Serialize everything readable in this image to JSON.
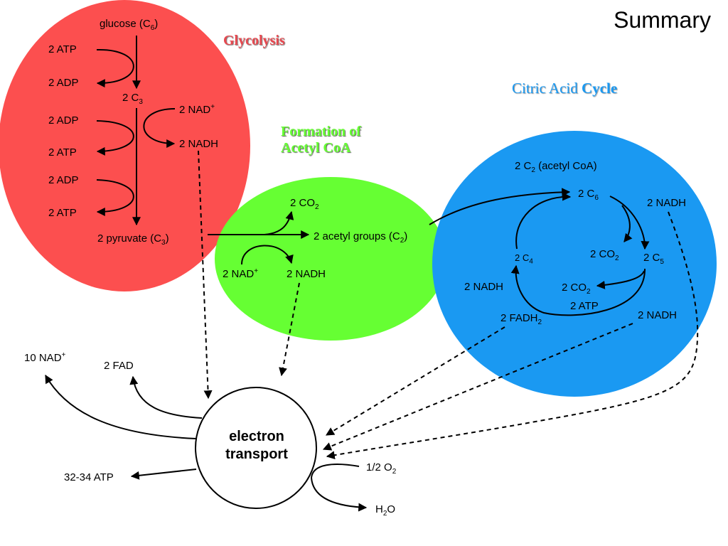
{
  "title": "Summary",
  "headings": {
    "glycolysis": "Glycolysis",
    "formation_line1": "Formation of",
    "formation_line2": "Acetyl CoA",
    "citric_word1": "Citric Acid",
    "citric_word2": "Cycle"
  },
  "colors": {
    "glycolysis_fill": "#fc4f4f",
    "glycolysis_text": "#e8484f",
    "formation_fill": "#66ff33",
    "formation_text": "#66ff33",
    "citric_fill": "#1a99f2",
    "citric_text": "#1a99f2",
    "arrows": "#000000"
  },
  "glycolysis": {
    "glucose": "glucose (C",
    "glucose_sub": "6",
    "glucose_close": ")",
    "atp_in_1": "2 ATP",
    "adp_out_1": "2 ADP",
    "c3": "2 C",
    "c3_sub": "3",
    "nad_plus": "2 NAD",
    "nad_plus_sup": "+",
    "adp_in_2": "2 ADP",
    "nadh": "2 NADH",
    "atp_out_2": "2 ATP",
    "adp_in_3": "2 ADP",
    "atp_out_3": "2 ATP",
    "pyruvate": "2 pyruvate (C",
    "pyruvate_sub": "3",
    "pyruvate_close": ")"
  },
  "formation": {
    "co2": "2 CO",
    "co2_sub": "2",
    "acetyl": "2 acetyl groups (C",
    "acetyl_sub": "2",
    "acetyl_close": ")",
    "nad_plus": "2 NAD",
    "nad_plus_sup": "+",
    "nadh": "2 NADH"
  },
  "citric": {
    "acetyl_coa": "2 C",
    "acetyl_coa_sub": "2",
    "acetyl_coa_rest": " (acetyl CoA)",
    "c6": "2 C",
    "c6_sub": "6",
    "nadh_top": "2 NADH",
    "c4": "2 C",
    "c4_sub": "4",
    "co2_a": "2 CO",
    "co2_a_sub": "2",
    "c5": "2 C",
    "c5_sub": "5",
    "nadh_left": "2 NADH",
    "co2_b": "2 CO",
    "co2_b_sub": "2",
    "atp": "2 ATP",
    "fadh2": "2 FADH",
    "fadh2_sub": "2",
    "nadh_right": "2 NADH"
  },
  "electron_transport": {
    "line1": "electron",
    "line2": "transport",
    "nad_plus": "10 NAD",
    "nad_plus_sup": "+",
    "fad": "2 FAD",
    "atp": "32-34 ATP",
    "o2": "1/2 O",
    "o2_sub": "2",
    "h2o": "H",
    "h2o_sub": "2",
    "h2o_rest": "O"
  }
}
